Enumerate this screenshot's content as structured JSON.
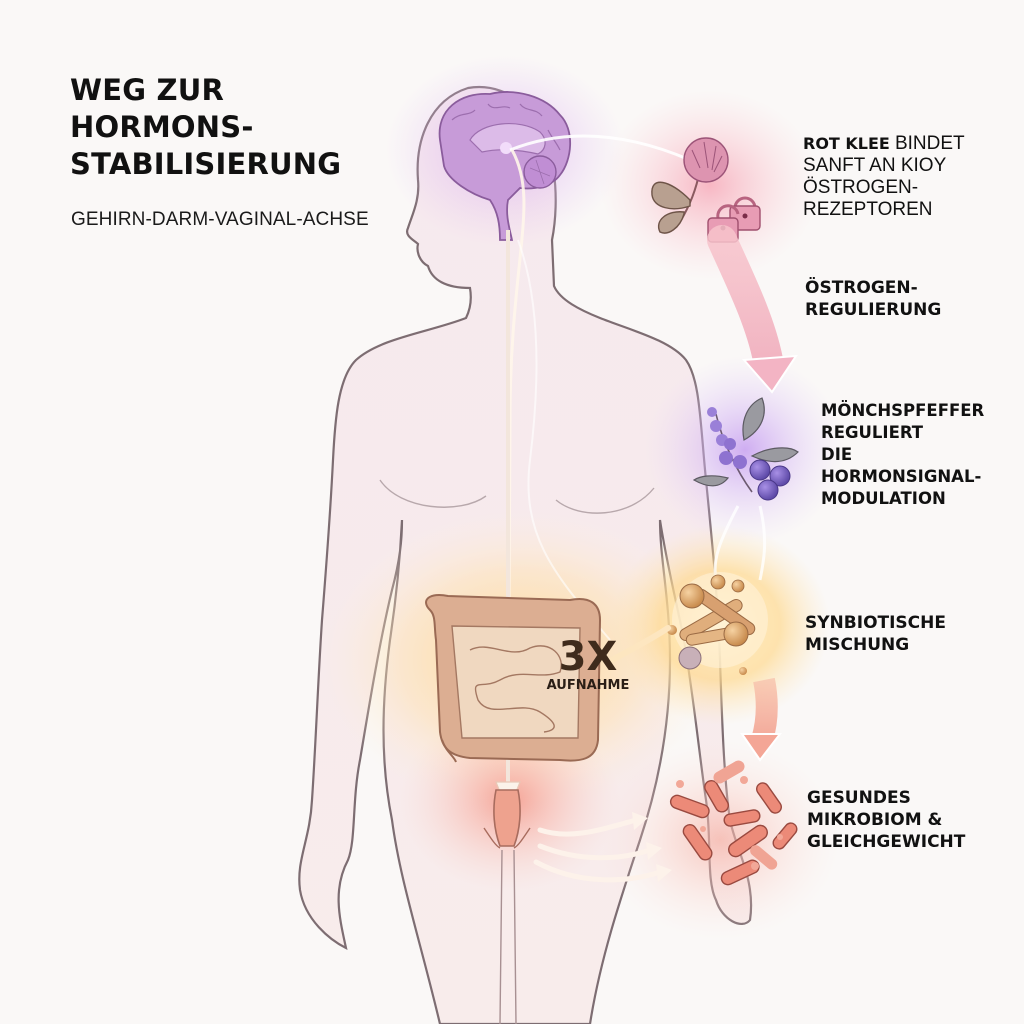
{
  "header": {
    "title_lines": [
      "WEG ZUR",
      "HORMONS-",
      "STABILISIERUNG"
    ],
    "subtitle": "GEHIRN-DARM-VAGINAL-ACHSE"
  },
  "steps": [
    {
      "id": "red-clover",
      "icon": "red-clover-with-padlocks-icon",
      "bold_text": "ROT KLEE",
      "lines": [
        "BINDET",
        "SANFT AN KIOY",
        "ÖSTROGEN-",
        "REZEPTOREN"
      ]
    },
    {
      "id": "estrogen-regulation",
      "icon": "down-arrow-icon",
      "lines": [
        "ÖSTROGEN-",
        "REGULIERUNG"
      ]
    },
    {
      "id": "chasteberry",
      "icon": "chasteberry-icon",
      "lines": [
        "MÖNCHSPFEFFER",
        "REGULIERT",
        "DIE",
        "HORMONSIGNAL-",
        "MODULATION"
      ]
    },
    {
      "id": "synbiotic",
      "icon": "probiotic-cluster-icon",
      "lines": [
        "SYNBIOTISCHE",
        "MISCHUNG"
      ]
    },
    {
      "id": "microbiome",
      "icon": "bacteria-icon",
      "lines": [
        "GESUNDES",
        "MIKROBIOM &",
        "GLEICHGEWICHT"
      ]
    }
  ],
  "badge": {
    "value": "3X",
    "label": "AUFNAHME"
  },
  "figure": {
    "parts": [
      "brain",
      "body-silhouette",
      "intestines",
      "vaginal-tract"
    ]
  },
  "colors": {
    "background": "#faf8f7",
    "outline": "#7a6a6e",
    "brain": "#c89ad4",
    "clover_glow": "#f6b8c4",
    "berry_glow": "#c9a8ee",
    "gut_glow": "#ffd88a",
    "bacteria": "#e8806e",
    "text": "#111111"
  }
}
